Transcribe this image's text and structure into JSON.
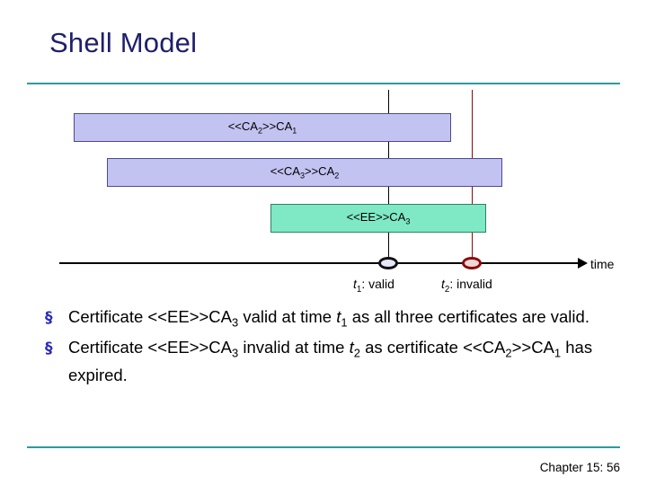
{
  "slide": {
    "title": "Shell Model",
    "footer": "Chapter 15: 56"
  },
  "diagram": {
    "bars": [
      {
        "label_prefix": "<<CA",
        "label_sub": "2",
        "label_suffix": ">>CA",
        "label_sub2": "1",
        "color": "#c3c3f2"
      },
      {
        "label_prefix": "<<CA",
        "label_sub": "3",
        "label_suffix": ">>CA",
        "label_sub2": "2",
        "color": "#c3c3f2"
      },
      {
        "label_prefix": "<<EE>>CA",
        "label_sub": "3",
        "label_suffix": "",
        "label_sub2": "",
        "color": "#7fe8c4"
      }
    ],
    "bar1_text": "<<CA2>>CA1",
    "bar2_text": "<<CA3>>CA2",
    "bar3_text": "<<EE>>CA3",
    "axis_label": "time",
    "tick1_italic": "t",
    "tick1_sub": "1",
    "tick1_rest": ": valid",
    "tick2_italic": "t",
    "tick2_sub": "2",
    "tick2_rest": ": invalid",
    "marker_color_1": "#111111",
    "marker_color_2": "#8a0b0b"
  },
  "bullets": [
    {
      "mark": "§",
      "part1": "Certificate <<EE>>CA",
      "sub1": "3",
      "part2": " valid at time ",
      "ital": "t",
      "sub2": "1",
      "part3": " as all three certificates are valid."
    },
    {
      "mark": "§",
      "part1": "Certificate <<EE>>CA",
      "sub1": "3",
      "part2": " invalid at time ",
      "ital": "t",
      "sub2": "2",
      "part3": " as certificate <<CA",
      "sub3": "2",
      "part4": ">>CA",
      "sub4": "1",
      "part5": " has expired."
    }
  ]
}
